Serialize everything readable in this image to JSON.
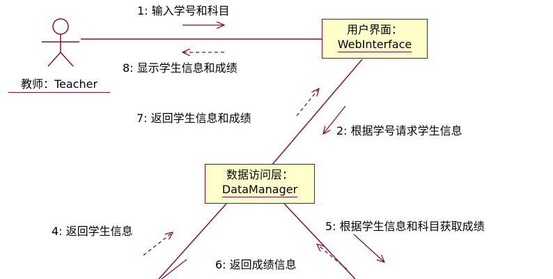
{
  "actor": {
    "label": "教师：Teacher"
  },
  "objects": {
    "web_interface": {
      "line1": "用户界面：",
      "line2": "WebInterface"
    },
    "data_manager": {
      "line1": "数据访问层：",
      "line2": "DataManager"
    }
  },
  "messages": [
    {
      "text": "1: 输入学号和科目",
      "direction": "actor-to-interface",
      "style": "solid"
    },
    {
      "text": "8: 显示学生信息和成绩",
      "direction": "interface-to-actor",
      "style": "dashed"
    },
    {
      "text": "2: 根据学号请求学生信息",
      "direction": "interface-to-data-manager",
      "style": "solid"
    },
    {
      "text": "7: 返回学生信息和成绩",
      "direction": "data-manager-to-interface",
      "style": "dashed"
    },
    {
      "text": "4: 返回学生信息",
      "direction": "to-data-manager",
      "style": "dashed"
    },
    {
      "text": "5: 根据学生信息和科目获取成绩",
      "direction": "data-manager-outward",
      "style": "solid"
    },
    {
      "text": "6: 返回成绩信息",
      "direction": "to-data-manager",
      "style": "dashed"
    }
  ],
  "colors": {
    "line": "#8b0c35",
    "object_fill": "#ffffcc",
    "text": "#000000"
  }
}
